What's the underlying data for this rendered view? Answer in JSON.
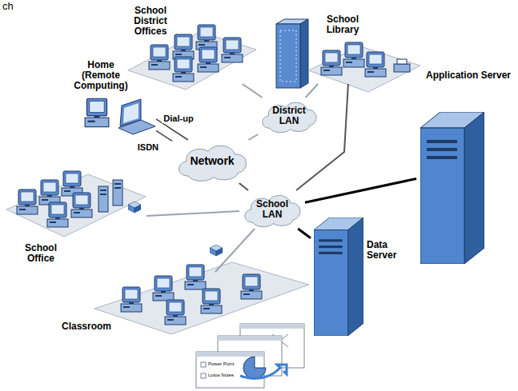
{
  "diagram": {
    "nodes": [
      {
        "text": [
          "School District Offices"
        ]
      },
      {
        "text": [
          "School Library"
        ]
      },
      {
        "text": [
          "Home (Remote Computing)"
        ]
      },
      {
        "text": [
          "District LAN"
        ]
      },
      {
        "text": [
          "Network"
        ]
      },
      {
        "text": [
          "School LAN"
        ]
      },
      {
        "text": [
          "Application Server"
        ]
      },
      {
        "text": [
          "School Office"
        ]
      },
      {
        "text": [
          "Data Server"
        ]
      },
      {
        "text": [
          "Classroom"
        ]
      }
    ],
    "edges": [
      {
        "from": 3,
        "to": 0,
        "arrow": "none"
      },
      {
        "from": 3,
        "to": 1,
        "arrow": "none"
      },
      {
        "from": 3,
        "to": 4,
        "arrow": "none"
      },
      {
        "from": 4,
        "to": 2,
        "label": "Dial-up",
        "arrow": "none"
      },
      {
        "from": 4,
        "to": 2,
        "label": "ISDN",
        "arrow": "none"
      },
      {
        "from": 4,
        "to": 5,
        "arrow": "none"
      },
      {
        "from": 5,
        "to": 1,
        "arrow": "none"
      },
      {
        "from": 5,
        "to": 6,
        "arrow": "none"
      },
      {
        "from": 5,
        "to": 8,
        "arrow": "none"
      },
      {
        "from": 5,
        "to": 7,
        "arrow": "none"
      },
      {
        "from": 5,
        "to": 9,
        "arrow": "none"
      }
    ],
    "labels": [
      "ch",
      "Power Point",
      "Lotus Notes"
    ]
  }
}
